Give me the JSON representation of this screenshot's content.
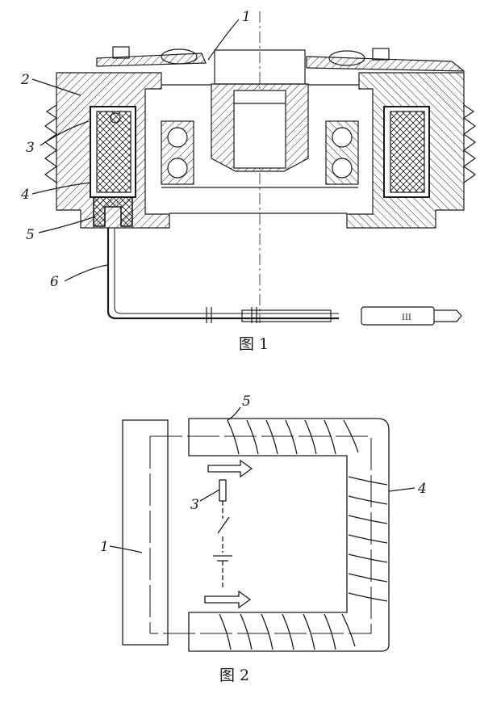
{
  "figure1": {
    "caption": "图 1",
    "labels": {
      "l1": "1",
      "l2": "2",
      "l3": "3",
      "l4": "4",
      "l5": "5",
      "l6": "6"
    },
    "detail_marks": [
      "III"
    ]
  },
  "figure2": {
    "caption": "图 2",
    "labels": {
      "l1": "1",
      "l3": "3",
      "l4": "4",
      "l5": "5"
    }
  },
  "colors": {
    "ink": "#1a1a1a",
    "paper": "#ffffff"
  }
}
